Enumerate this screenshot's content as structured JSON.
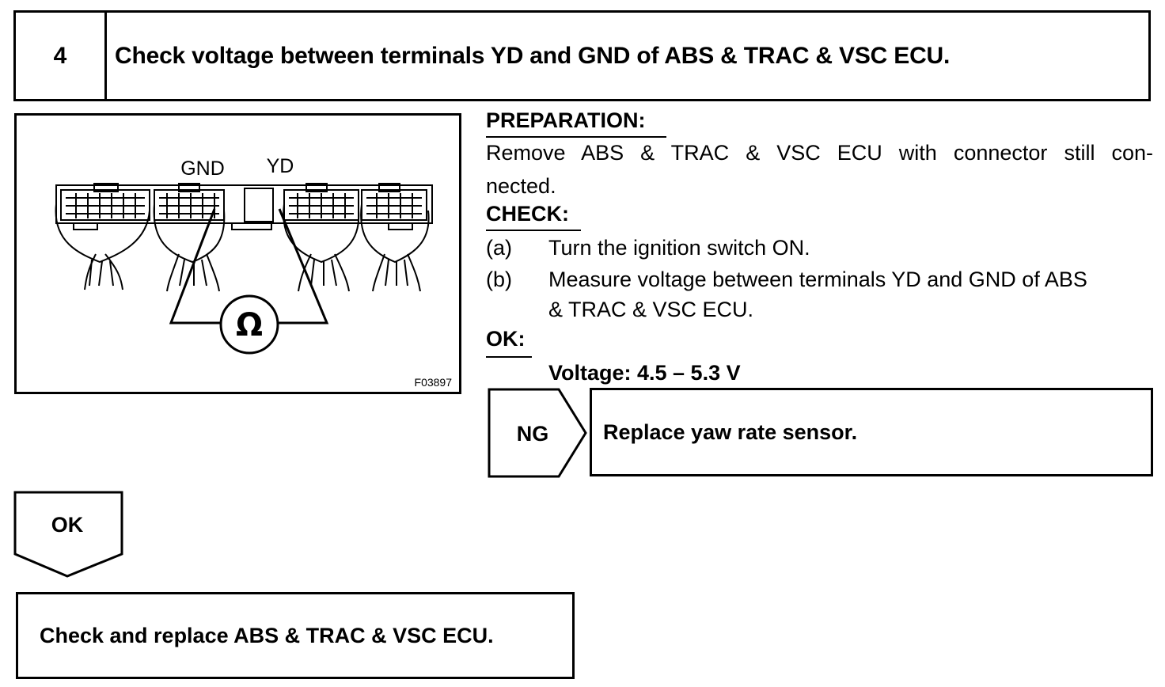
{
  "step": {
    "number": "4",
    "title": "Check voltage between terminals YD and GND of ABS & TRAC & VSC ECU."
  },
  "figure": {
    "label_gnd": "GND",
    "label_yd": "YD",
    "meter_symbol": "Ω",
    "code": "F03897"
  },
  "preparation": {
    "heading": "PREPARATION:",
    "lines": [
      "Remove ABS & TRAC & VSC ECU with connector still con-",
      "nected."
    ]
  },
  "check": {
    "heading": "CHECK:",
    "items": [
      {
        "marker": "(a)",
        "lines": [
          "Turn the ignition switch ON."
        ]
      },
      {
        "marker": "(b)",
        "lines": [
          "Measure voltage between terminals YD and GND of ABS",
          "& TRAC & VSC ECU."
        ]
      }
    ]
  },
  "ok_spec": {
    "heading": "OK:",
    "value": "Voltage: 4.5 – 5.3 V"
  },
  "ng_branch": {
    "label": "NG",
    "action": "Replace yaw rate sensor."
  },
  "ok_branch": {
    "label": "OK",
    "action": "Check and replace ABS & TRAC & VSC ECU."
  }
}
